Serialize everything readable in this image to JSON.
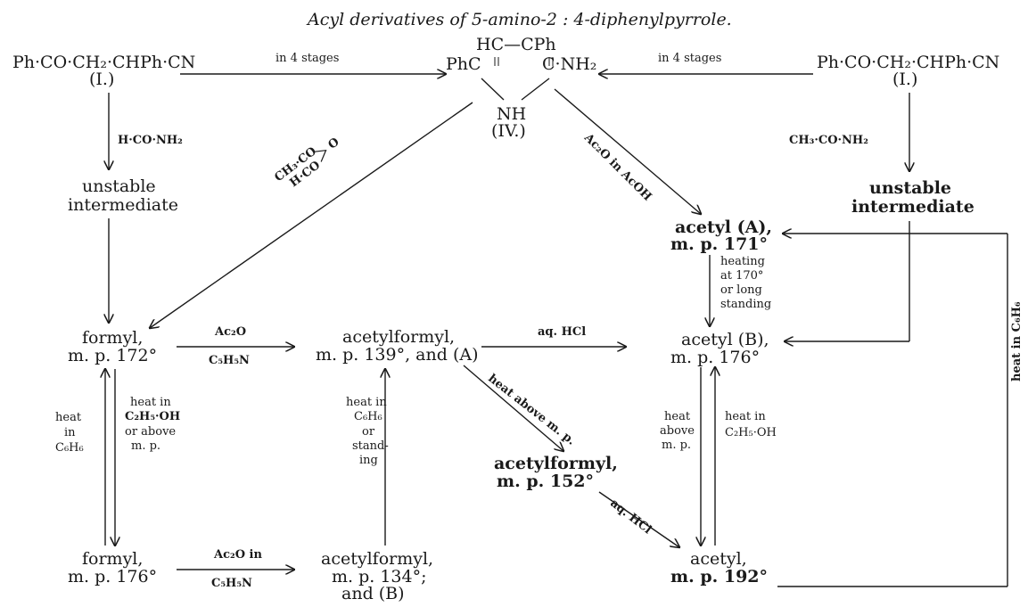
{
  "title": "Acyl derivatives of 5-amino-2 : 4-diphenylpyrrole.",
  "nodes": {
    "ketonitrile_left": "Ph·CO·CH₂·CHPh·CN",
    "ketonitrile_left_num": "(I.)",
    "ketonitrile_right": "Ph·CO·CH₂·CHPh·CN",
    "ketonitrile_right_num": "(I.)",
    "pyrrole_row1": "HC—CPh",
    "pyrrole_row2_left": "PhC",
    "pyrrole_row2_right": "C·NH₂",
    "pyrrole_nh": "NH",
    "pyrrole_num": "(IV.)",
    "unstable_left_1": "unstable",
    "unstable_left_2": "intermediate",
    "unstable_right_1": "unstable",
    "unstable_right_2": "intermediate",
    "acetyl_A_1": "acetyl (A),",
    "acetyl_A_2": "m. p. 171°",
    "formyl172_1": "formyl,",
    "formyl172_2": "m. p. 172°",
    "acetylformyl139_1": "acetylformyl,",
    "acetylformyl139_2": "m. p. 139°, and (A)",
    "acetyl_B_1": "acetyl (B),",
    "acetyl_B_2": "m. p. 176°",
    "acetylformyl152_1": "acetylformyl,",
    "acetylformyl152_2": "m. p. 152°",
    "formyl176_1": "formyl,",
    "formyl176_2": "m. p. 176°",
    "acetylformyl134_1": "acetylformyl,",
    "acetylformyl134_2": "m. p. 134°;",
    "acetylformyl134_3": "and (B)",
    "acetyl192_1": "acetyl,",
    "acetyl192_2": "m. p. 192°"
  },
  "labels": {
    "in4_left": "in 4 stages",
    "in4_right": "in 4 stages",
    "hconh2": "H·CO·NH₂",
    "ch3conh2": "CH₃·CO·NH₂",
    "ac2o_acoh": "Ac₂O in AcOH",
    "mixed_anh_1": "CH₃·CO",
    "mixed_anh_2": "H·CO",
    "mixed_anh_o": "O",
    "heating_1": "heating",
    "heating_2": "at 170°",
    "heating_3": "or long",
    "heating_4": "standing",
    "ac2o_top": "Ac₂O",
    "c5h5n_top": "C₅H₅N",
    "aqhcl_top": "aq. HCl",
    "heat_in_c6h6_1": "heat",
    "heat_in_c6h6_2": "in",
    "heat_in_c6h6_3": "C₆H₆",
    "heat_etoh_1": "heat in",
    "heat_etoh_2": "C₂H₅·OH",
    "heat_etoh_3": "or above",
    "heat_etoh_4": "m. p.",
    "heat_c6h6_stand_1": "heat in",
    "heat_c6h6_stand_2": "C₆H₆",
    "heat_c6h6_stand_3": "or",
    "heat_c6h6_stand_4": "stand-",
    "heat_c6h6_stand_5": "ing",
    "heat_above_mp_diag": "heat above m. p.",
    "aqhcl_diag": "aq. HCl",
    "heat_above_1": "heat",
    "heat_above_2": "above",
    "heat_above_3": "m. p.",
    "heat_etoh_r_1": "heat in",
    "heat_etoh_r_2": "C₂H₅·OH",
    "ac2o_in_bottom": "Ac₂O in",
    "c5h5n_bottom": "C₅H₅N",
    "heat_in_c6h6_right": "heat in C₆H₆"
  }
}
